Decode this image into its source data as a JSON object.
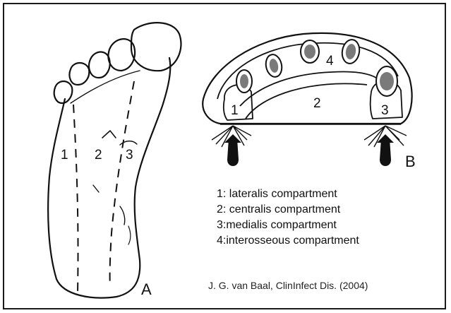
{
  "panels": {
    "a": {
      "letter": "A",
      "labels": [
        "1",
        "2",
        "3"
      ]
    },
    "b": {
      "letter": "B",
      "labels": [
        "1",
        "2",
        "3",
        "4"
      ]
    }
  },
  "legend": {
    "items": [
      "1: lateralis compartment",
      "2: centralis compartment",
      "3:medialis compartment",
      "4:interosseous compartment"
    ]
  },
  "citation": "J. G. van Baal, ClinInfect Dis. (2004)",
  "colors": {
    "ink": "#111111",
    "metatarsal_fill": "#7a7a7a",
    "background": "#ffffff"
  }
}
